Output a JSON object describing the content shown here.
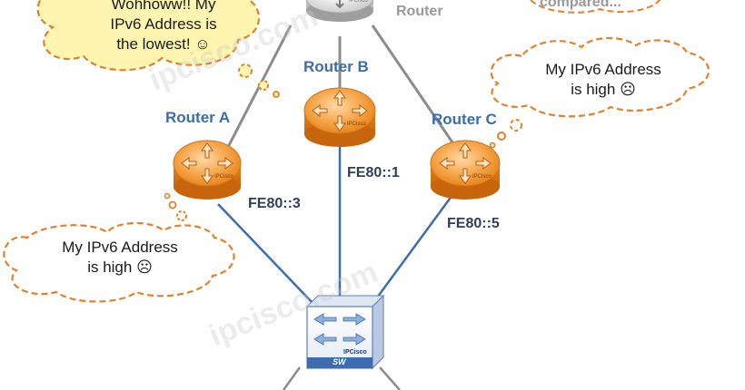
{
  "routers": {
    "a": {
      "name": "Router A",
      "address": "FE80::3",
      "icon": "router-icon"
    },
    "b": {
      "name": "Router B",
      "address": "FE80::1",
      "icon": "router-icon"
    },
    "c": {
      "name": "Router C",
      "address": "FE80::5",
      "icon": "router-icon"
    },
    "top": {
      "name": "Router",
      "icon": "router-icon"
    }
  },
  "switch": {
    "label": "SW",
    "icon": "switch-icon"
  },
  "thoughts": {
    "top_left": {
      "line1": "Wohhoww!! My",
      "line2": "IPv6 Address is",
      "line3": "the lowest! ☺"
    },
    "top_right": {
      "line1": "My IPv6 Address",
      "line2": "is high ☹"
    },
    "bottom_left": {
      "line1": "My IPv6 Address",
      "line2": "is high ☹"
    },
    "top_right_cut": "compared..."
  },
  "watermark": "ipcisco.com",
  "icon_brand": "IPCisco",
  "colors": {
    "router_orange": "#f08a1c",
    "lan_link": "#3d6db0",
    "wan_link": "#8c8c8c",
    "bubble_fill_yellow": "#fdf5b0",
    "bubble_border": "#e0822c"
  }
}
